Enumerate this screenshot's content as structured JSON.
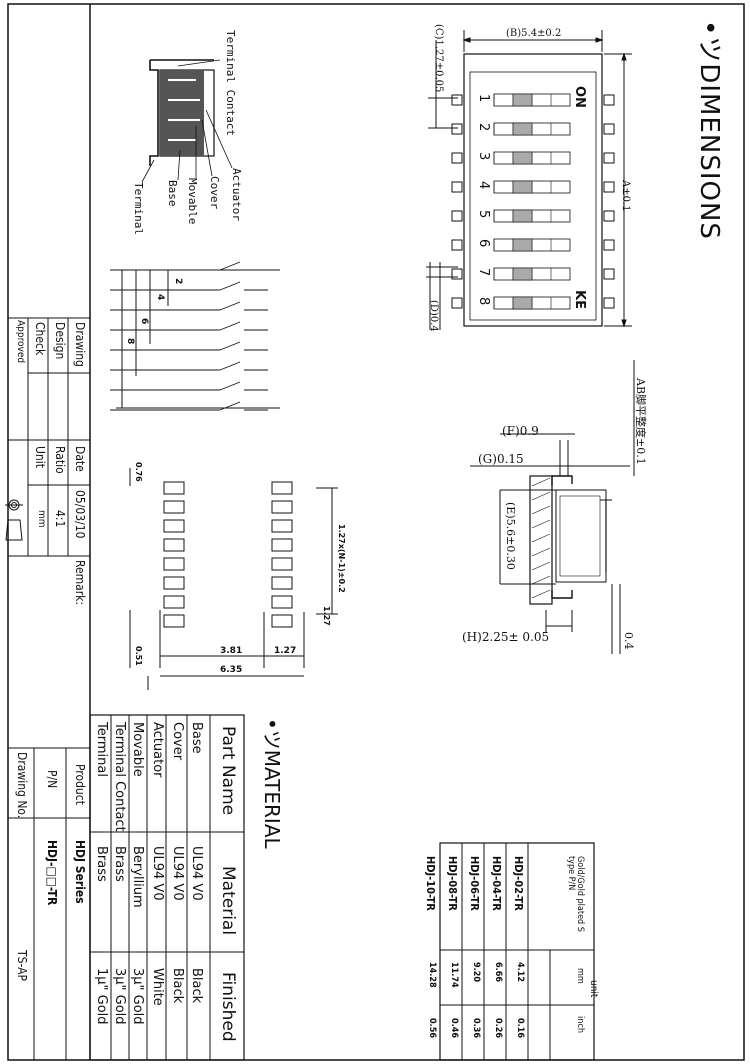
{
  "title_block": {
    "drawing": "Drawing",
    "design": "Design",
    "check": "Check",
    "approved": "Approved",
    "date_label": "Date",
    "date_value": "05/03/10",
    "ratio_label": "Ratio",
    "ratio_value": "4:1",
    "unit_label": "Unit",
    "unit_value": "mm",
    "remark": "Remark:",
    "product_label": "Product",
    "product_value": "HDJ  Series",
    "pn_label": "P/N",
    "pn_value": "HDJ-□□-TR",
    "drawing_no_label": "Drawing No.",
    "drawing_no_value": "TS-AP"
  },
  "dimensions": {
    "heading": "•ツDIMENSIONS",
    "b_dim": "(B)5.4±0.2",
    "c_dim": "(C)1.27±0.05",
    "a_dim": "A±0.1",
    "d_dim": "(D)0.4",
    "on_label": "ON",
    "ke_label": "KE",
    "positions": [
      "1",
      "2",
      "3",
      "4",
      "5",
      "6",
      "7",
      "8"
    ],
    "f_dim": "(F)0.9",
    "g_dim": "(G)0.15",
    "e_dim": "(E)5.6±0.30",
    "h_dim": "(H)2.25± 0.05",
    "side_04": "0.4",
    "ab_note": "AB脚平整度±0.1"
  },
  "cross_section": {
    "terminal_contact": "Terminal Contact",
    "actuator": "Actuator",
    "cover": "Cover",
    "movable": "Movable",
    "base": "Base",
    "terminal": "Terminal"
  },
  "circuit": {
    "d2": "2",
    "d4": "4",
    "d6": "6",
    "d8": "8"
  },
  "footprint": {
    "d076": "0.76",
    "d051": "0.51",
    "d381": "3.81",
    "d127b": "1.27",
    "d635": "6.35",
    "d127r": "1.27",
    "pitch": "1.27x(N-1)±0.2"
  },
  "material": {
    "heading": "•ツMATERIAL",
    "headers": [
      "Part Name",
      "Material",
      "Finished"
    ],
    "rows": [
      [
        "Base",
        "UL94 V0",
        "Black"
      ],
      [
        "Cover",
        "UL94 V0",
        "Black"
      ],
      [
        "Actuator",
        "UL94 V0",
        "White"
      ],
      [
        "Movable",
        "Beryllium",
        "3μ\" Gold"
      ],
      [
        "Terminal Contact",
        "Brass",
        "3μ\" Gold"
      ],
      [
        "Terminal",
        "Brass",
        "1μ\" Gold"
      ]
    ]
  },
  "unit_table": {
    "unit_label": "unit",
    "header": "Gold/Gold plated S type P/N",
    "header_mm": "mm",
    "header_inch": "inch",
    "rows": [
      [
        "HDJ-02-TR",
        "4.12",
        "0.16"
      ],
      [
        "HDJ-04-TR",
        "6.66",
        "0.26"
      ],
      [
        "HDJ-06-TR",
        "9.20",
        "0.36"
      ],
      [
        "HDJ-08-TR",
        "11.74",
        "0.46"
      ],
      [
        "HDJ-10-TR",
        "14.28",
        "0.56"
      ]
    ]
  }
}
